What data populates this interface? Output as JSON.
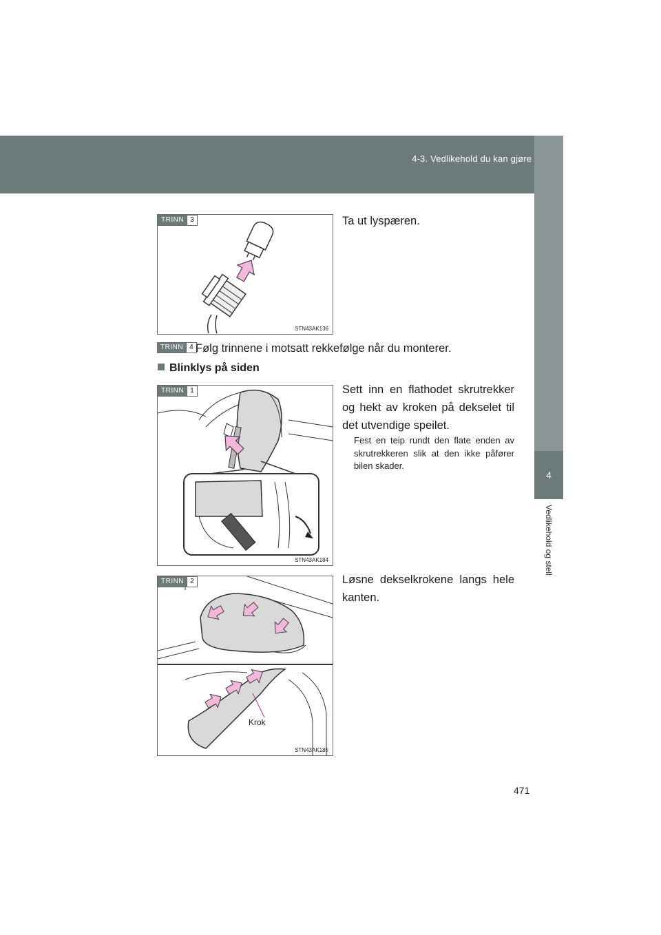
{
  "header": {
    "title": "4-3. Vedlikehold du kan gjøre selv"
  },
  "side_tab": {
    "number": "4",
    "label": "Vedlikehold og stell"
  },
  "steps": {
    "label": "TRINN",
    "step3": {
      "num": "3",
      "text": "Ta ut lyspæren.",
      "figure_code": "STN43AK136"
    },
    "step4": {
      "num": "4",
      "text": "Følg trinnene i motsatt rekkefølge når du monterer."
    }
  },
  "section": {
    "heading": "Blinklys på siden"
  },
  "side_steps": {
    "step1": {
      "num": "1",
      "text": "Sett inn en flathodet skrutrekker og hekt av kroken på dekselet til det utvendige speilet.",
      "note": "Fest en teip rundt den flate enden av skrutrekkeren slik at den ikke påfører bilen skader.",
      "figure_code": "STN43AK184"
    },
    "step2": {
      "num": "2",
      "text": "Løsne dekselkrokene langs hele kanten.",
      "figure_code": "STN43AK185",
      "callout": "Krok"
    }
  },
  "page": {
    "number": "471"
  },
  "colors": {
    "header": "#6d7a7a",
    "arrow": "#f1b8dc",
    "arrow_stroke": "#4a3a44"
  }
}
